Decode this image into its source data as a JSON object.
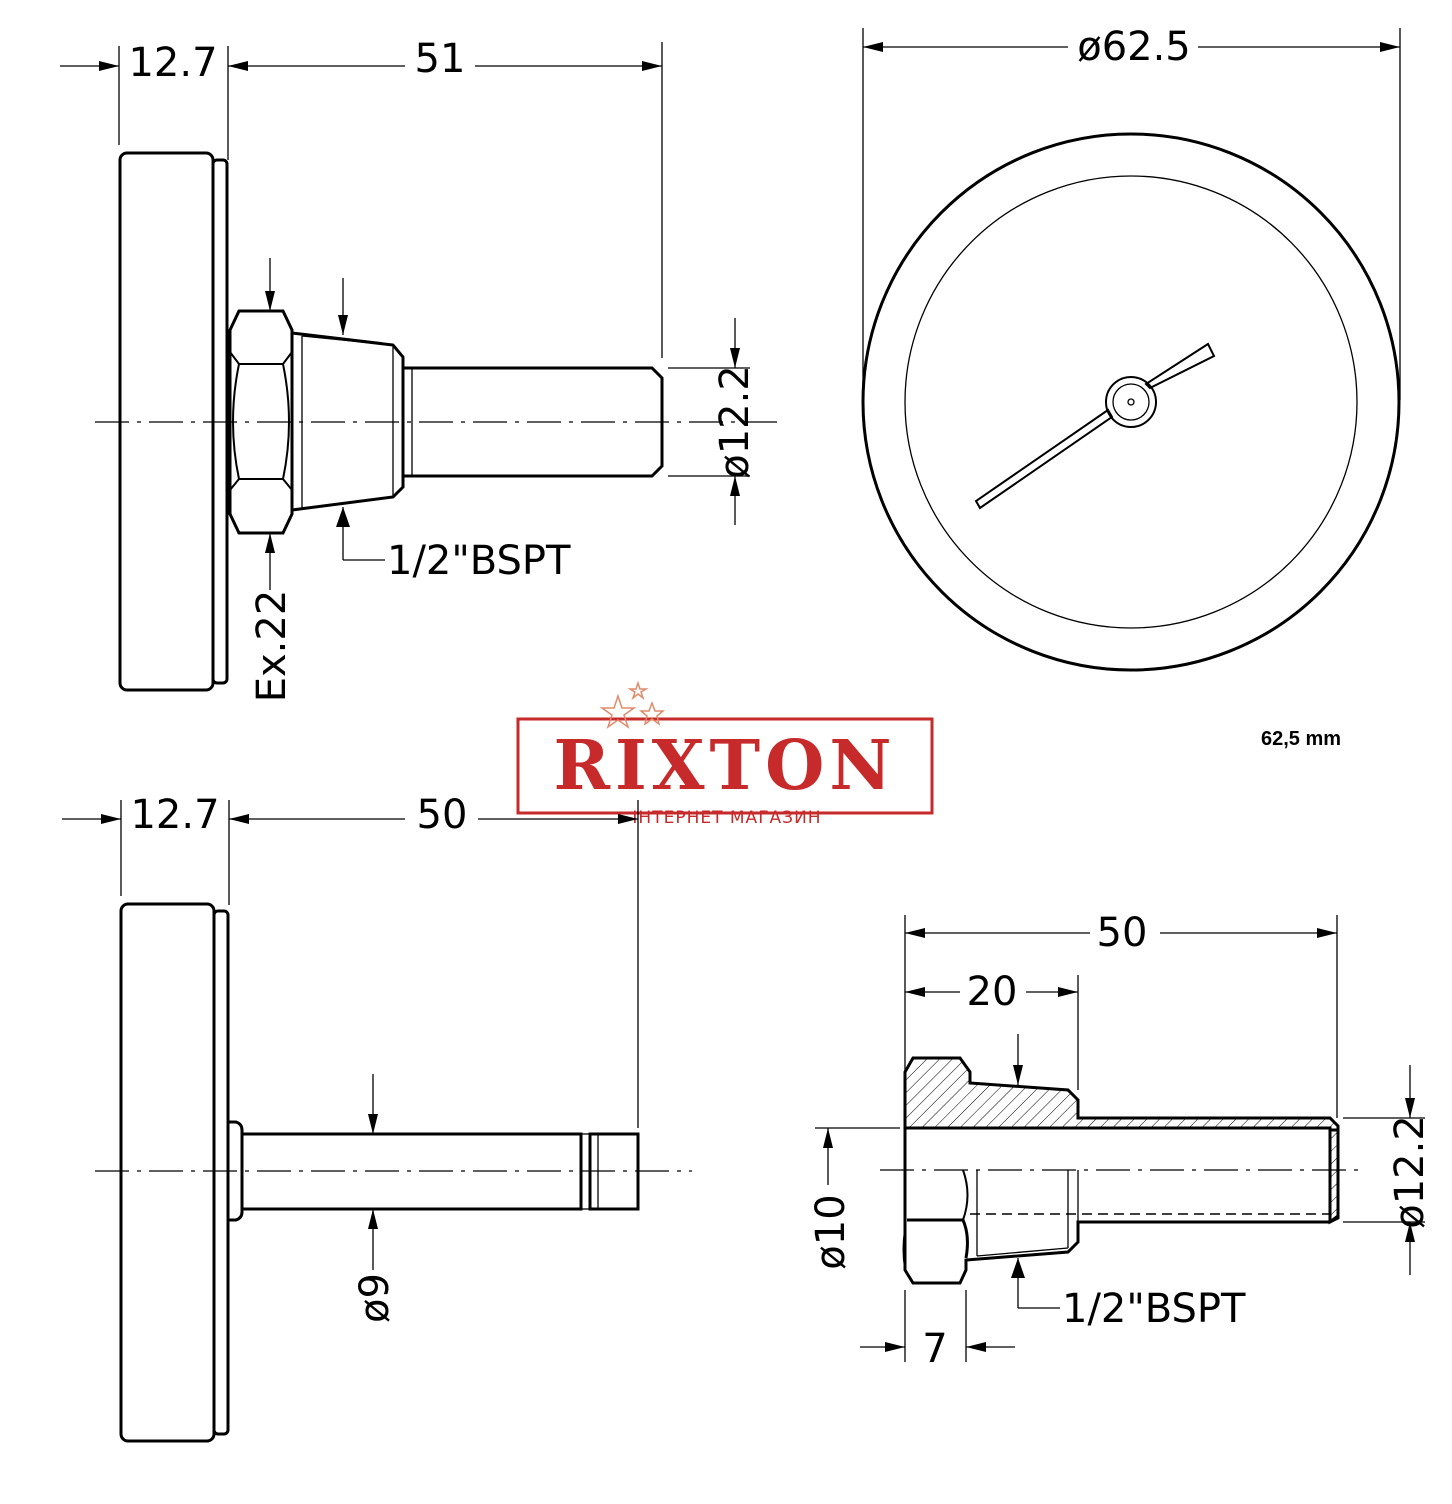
{
  "side_view_top": {
    "dim_face_thickness": "12.7",
    "dim_stem_length": "51",
    "dim_stem_diameter": "ø12.2",
    "dim_thread": "1/2\"BSPT",
    "dim_hex": "Ex.22"
  },
  "front_view": {
    "dim_dial_diameter": "ø62.5"
  },
  "caption": "62,5 mm",
  "watermark": {
    "brand": "RIXTON",
    "tagline": "ІНТЕРНЕТ МАГАЗИН"
  },
  "side_view_bottom": {
    "dim_face_thickness": "12.7",
    "dim_stem_length": "50",
    "dim_stem_diameter": "ø9"
  },
  "thermowell": {
    "dim_total_length": "50",
    "dim_thread_length": "20",
    "dim_outer_diameter": "ø12.2",
    "dim_inner_diameter": "ø10",
    "dim_hex_length": "7",
    "dim_thread": "1/2\"BSPT"
  },
  "colors": {
    "line": "#000000",
    "watermark_red": "#c62a2a"
  }
}
